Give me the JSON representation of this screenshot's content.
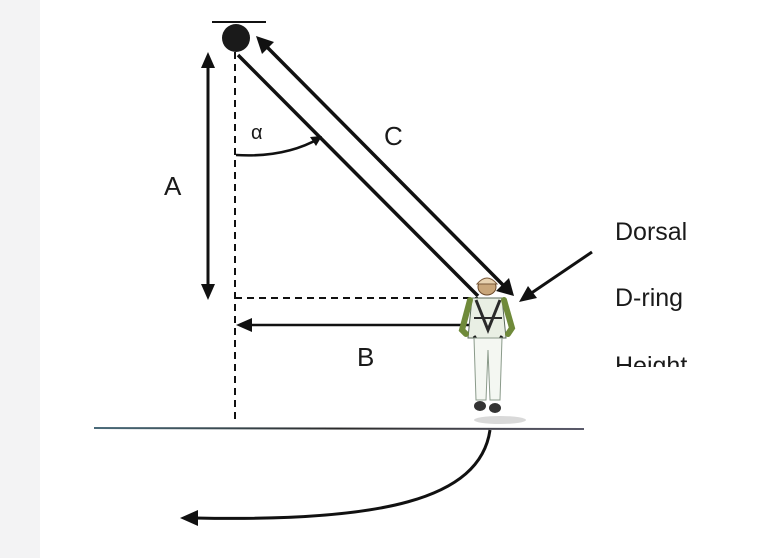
{
  "labels": {
    "a": "A",
    "b": "B",
    "c": "C",
    "alpha": "α",
    "dorsal": "Dorsal",
    "d_ring": "D-ring",
    "height": "Height"
  }
}
